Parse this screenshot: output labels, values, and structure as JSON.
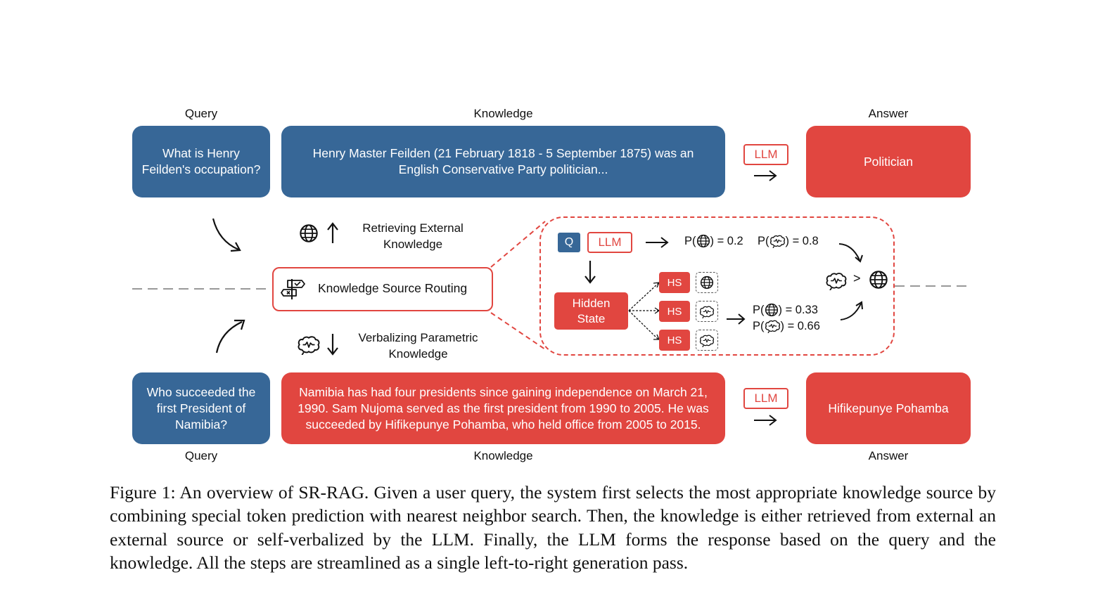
{
  "headers": {
    "top_query": "Query",
    "top_knowledge": "Knowledge",
    "top_answer": "Answer",
    "bottom_query": "Query",
    "bottom_knowledge": "Knowledge",
    "bottom_answer": "Answer"
  },
  "top_row": {
    "query": "What is Henry Feilden's occupation?",
    "knowledge": "Henry Master Feilden (21 February 1818 - 5 September 1875) was an English Conservative Party politician...",
    "llm": "LLM",
    "answer": "Politician"
  },
  "bottom_row": {
    "query": "Who succeeded the first President of Namibia?",
    "knowledge": "Namibia has had four presidents since gaining independence on March 21, 1990. Sam Nujoma served as the first president from 1990 to 2005. He was succeeded by Hifikepunye Pohamba, who held office from 2005 to 2015.",
    "llm": "LLM",
    "answer": "Hifikepunye Pohamba"
  },
  "routing": {
    "label": "Knowledge Source Routing",
    "retrieve_label": "Retrieving External Knowledge",
    "verbalize_label": "Verbalizing Parametric Knowledge"
  },
  "detail": {
    "q": "Q",
    "llm": "LLM",
    "prob_top_ext": "P(",
    "prob_top_ext_val": ") = 0.2",
    "prob_top_par": "P(",
    "prob_top_par_val": ") = 0.8",
    "hidden_state": "Hidden State",
    "hs": "HS",
    "prob_nn_ext": "P(",
    "prob_nn_ext_val": ") = 0.33",
    "prob_nn_par": "P(",
    "prob_nn_par_val": ") = 0.66",
    "compare": ">"
  },
  "caption": "Figure 1: An overview of SR-RAG. Given a user query, the system first selects the most appropriate knowledge source by combining special token prediction with nearest neighbor search. Then, the knowledge is either retrieved from external an external source or self-verbalized by the LLM. Finally, the LLM forms the response based on the query and the knowledge. All the steps are streamlined as a single left-to-right generation pass.",
  "icons": {
    "external": "globe-icon",
    "parametric": "brain-icon",
    "routing": "signpost-icon"
  },
  "colors": {
    "blue": "#376797",
    "red": "#e14640"
  }
}
